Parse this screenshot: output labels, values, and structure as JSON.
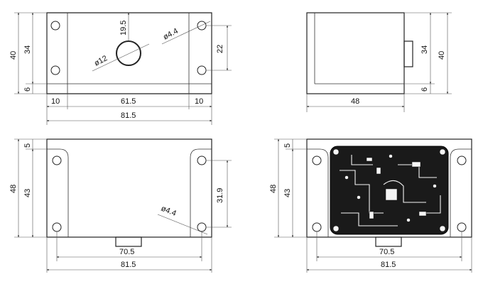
{
  "front_view": {
    "height_total": "40",
    "height_body": "34",
    "height_base": "6",
    "hole_center_height": "19.5",
    "hole_diameter": "ø12",
    "mount_hole_diameter": "ø4.4",
    "mount_hole_spacing": "22",
    "flange_left": "10",
    "center_width": "61.5",
    "flange_right": "10",
    "width_total": "81.5"
  },
  "side_view": {
    "height_body": "34",
    "height_total": "40",
    "height_base": "6",
    "depth": "48"
  },
  "top_view": {
    "top_margin": "5",
    "depth_total": "48",
    "depth_inner": "43",
    "mount_hole_spacing": "31.9",
    "mount_hole_diameter": "ø4.4",
    "hole_spacing_width": "70.5",
    "width_total": "81.5"
  },
  "pcb_view": {
    "top_margin": "5",
    "depth_total": "48",
    "depth_inner": "43",
    "hole_spacing_width": "70.5",
    "width_total": "81.5"
  }
}
